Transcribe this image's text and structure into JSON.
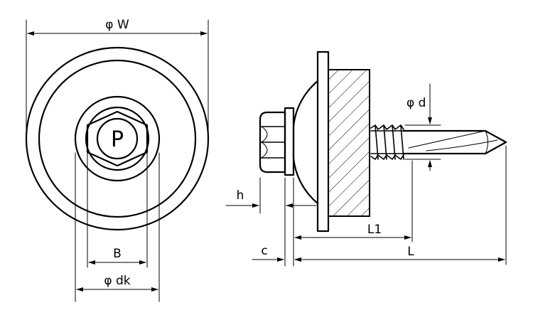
{
  "labels": {
    "w": "φ W",
    "b": "B",
    "dk": "φ dk",
    "p": "P",
    "h": "h",
    "c": "c",
    "d": "φ d",
    "l1": "L1",
    "l": "L"
  },
  "colors": {
    "line": "#000000",
    "background": "#ffffff"
  }
}
